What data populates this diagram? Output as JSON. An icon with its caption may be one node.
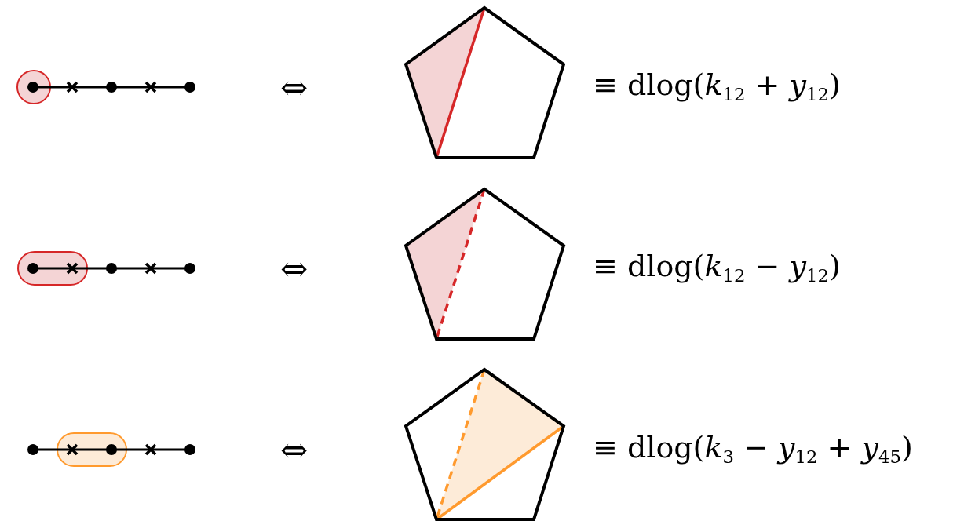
{
  "diagram": {
    "labels": [
      "⇔",
      "≡ dlog(*k*$_{12}$ + *y*$_{12}$)",
      "⇔",
      "≡ dlog(*k*$_{12}$ − *y*$_{12}$)",
      "⇔",
      "≡ dlog(*k*$_{3}$ − *y*$_{12}$ + *y*$_{45}$)"
    ]
  }
}
